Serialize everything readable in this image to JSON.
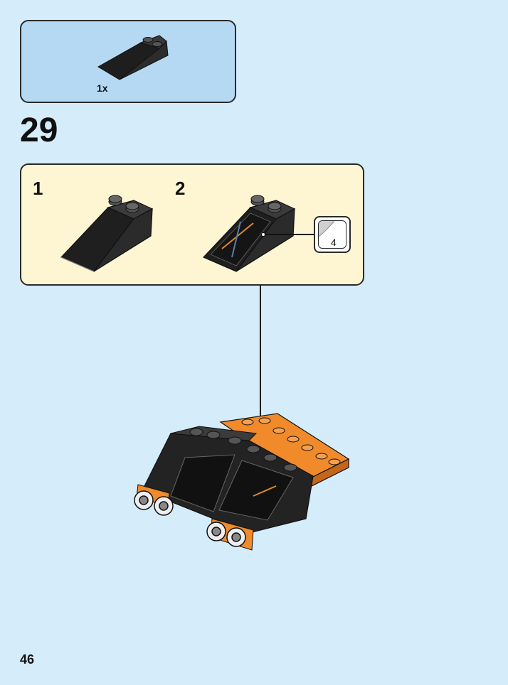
{
  "parts_list": {
    "quantity": "1x",
    "part_icon": "black-slope-brick-icon"
  },
  "step": {
    "number": "29"
  },
  "substeps": [
    {
      "number": "1",
      "icon": "black-slope-brick-icon"
    },
    {
      "number": "2",
      "icon": "black-slope-brick-with-sticker-icon"
    }
  ],
  "sticker_callout": {
    "count": "4",
    "icon": "sticker-icon"
  },
  "page": {
    "number": "46"
  },
  "colors": {
    "background": "#d5ecfb",
    "parts_box": "#b5d9f3",
    "substep_box": "#fef6d3",
    "brick_black": "#232323",
    "brick_orange": "#f08a2a"
  }
}
